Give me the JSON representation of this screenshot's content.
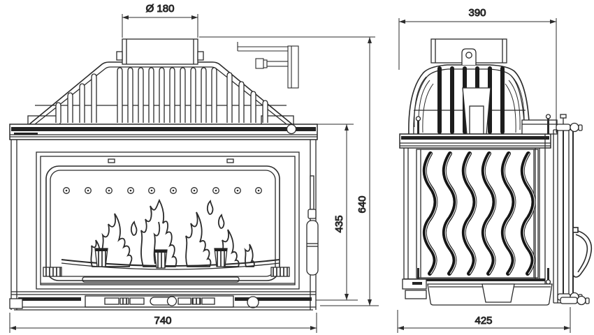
{
  "page": {
    "background": "#ffffff"
  },
  "drawing": {
    "line_color": "#2b2b2b",
    "accent_dark": "#1d1d1d",
    "views": {
      "front": {
        "dimensions": {
          "flue_diameter": "Ø 180",
          "total_height": "640",
          "firebox_height": "435",
          "width": "740"
        }
      },
      "side": {
        "dimensions": {
          "top_width": "390",
          "depth": "425"
        }
      }
    }
  }
}
